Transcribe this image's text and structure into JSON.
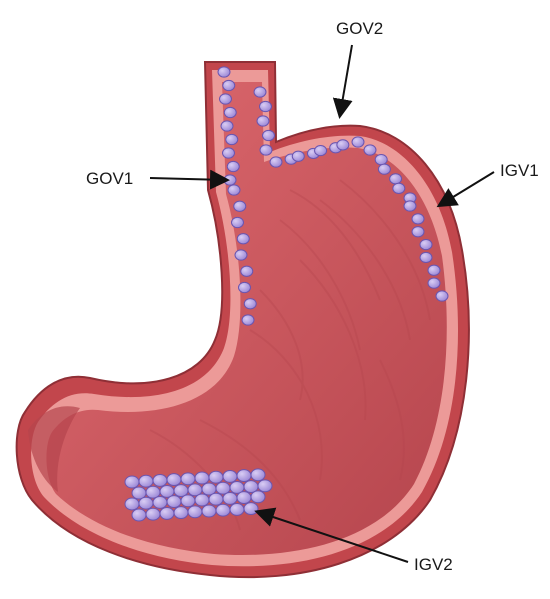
{
  "colors": {
    "background": "#ffffff",
    "wall_outer": "#c2464c",
    "wall_inner": "#ec9a98",
    "wall_rim": "#8f2f36",
    "lumen": "#df6b70",
    "lumen_dark": "#b5454d",
    "varix_fill": "#9a86d6",
    "varix_stroke": "#6a55b0",
    "varix_highlight": "#d9cdf4",
    "arrow": "#111111",
    "label": "#1a1a1a"
  },
  "labels": {
    "gov2": "GOV2",
    "gov1": "GOV1",
    "igv1": "IGV1",
    "igv2": "IGV2"
  }
}
